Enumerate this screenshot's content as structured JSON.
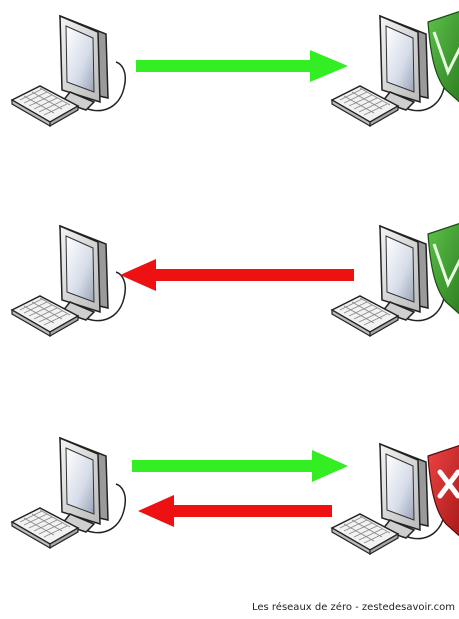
{
  "footer": {
    "credit": "Les réseaux de zéro - zestedesavoir.com"
  },
  "colors": {
    "allowed_arrow": "#33ee22",
    "blocked_arrow": "#ee1111",
    "shield_allow": "#3a9a2a",
    "shield_block": "#cc2222"
  },
  "scenarios": [
    {
      "name": "outgoing-allowed",
      "arrows": [
        {
          "direction": "right",
          "status": "allowed"
        }
      ],
      "shield": "allow"
    },
    {
      "name": "incoming-blocked",
      "arrows": [
        {
          "direction": "left",
          "status": "blocked"
        }
      ],
      "shield": "allow"
    },
    {
      "name": "bidirectional-blocked",
      "arrows": [
        {
          "direction": "right",
          "status": "allowed"
        },
        {
          "direction": "left",
          "status": "blocked"
        }
      ],
      "shield": "block"
    }
  ],
  "icons": [
    "computer-icon",
    "keyboard-icon",
    "firewall-shield-icon"
  ]
}
